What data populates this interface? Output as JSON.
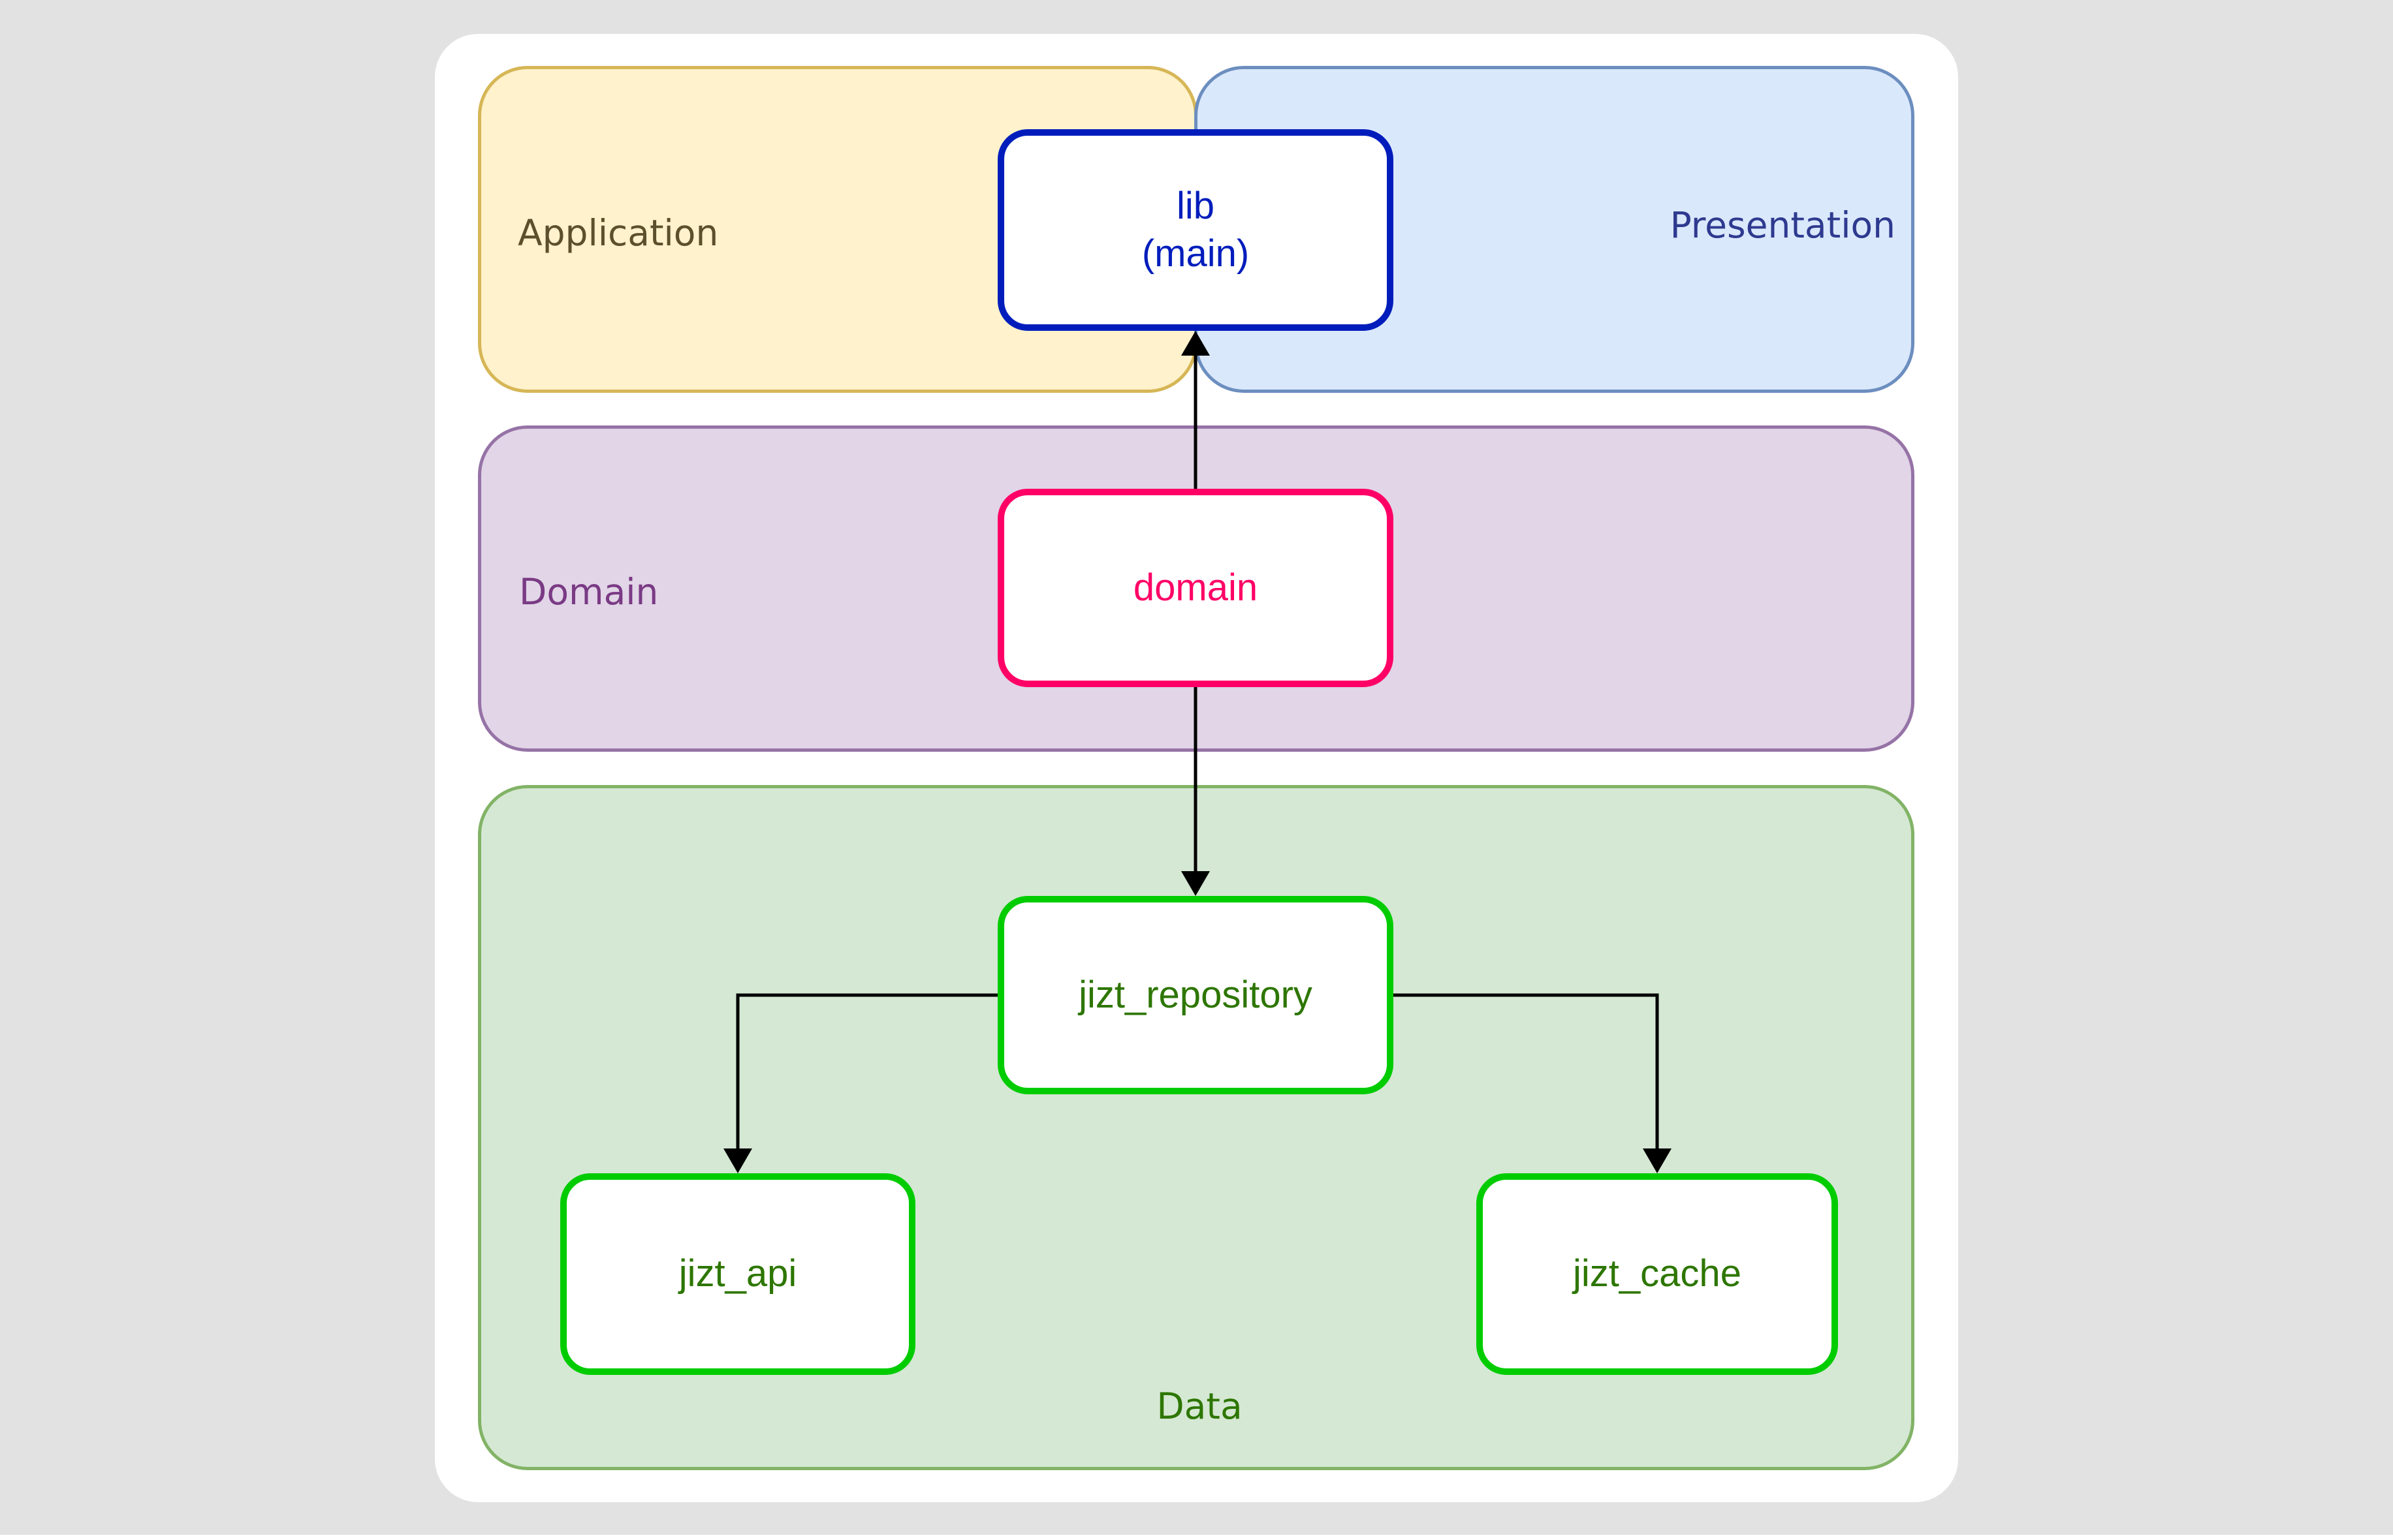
{
  "diagram": {
    "layers": {
      "application": {
        "label": "Application",
        "fill": "#fff2cc",
        "stroke": "#d6b656",
        "text_color": "#5c4f2c"
      },
      "presentation": {
        "label": "Presentation",
        "fill": "#dae8fc",
        "stroke": "#6c8ebf",
        "text_color": "#2e3a8f"
      },
      "domain": {
        "label": "Domain",
        "fill": "#e1d5e7",
        "stroke": "#9673a6",
        "text_color": "#7a3a84"
      },
      "data": {
        "label": "Data",
        "fill": "#d5e8d4",
        "stroke": "#82b366",
        "text_color": "#2d7600"
      }
    },
    "nodes": {
      "lib": {
        "line1": "lib",
        "line2": "(main)",
        "border": "#001dbc",
        "text_color": "#001dbc"
      },
      "domain": {
        "label": "domain",
        "border": "#ff0066",
        "text_color": "#ff0066"
      },
      "jizt_repository": {
        "label": "jizt_repository",
        "border": "#00cc00",
        "text_color": "#2d7600"
      },
      "jizt_api": {
        "label": "jizt_api",
        "border": "#00cc00",
        "text_color": "#2d7600"
      },
      "jizt_cache": {
        "label": "jizt_cache",
        "border": "#00cc00",
        "text_color": "#2d7600"
      }
    },
    "edges": [
      {
        "from": "domain",
        "to": "lib"
      },
      {
        "from": "domain",
        "to": "jizt_repository"
      },
      {
        "from": "jizt_repository",
        "to": "jizt_api"
      },
      {
        "from": "jizt_repository",
        "to": "jizt_cache"
      }
    ],
    "edge_color": "#000000"
  }
}
